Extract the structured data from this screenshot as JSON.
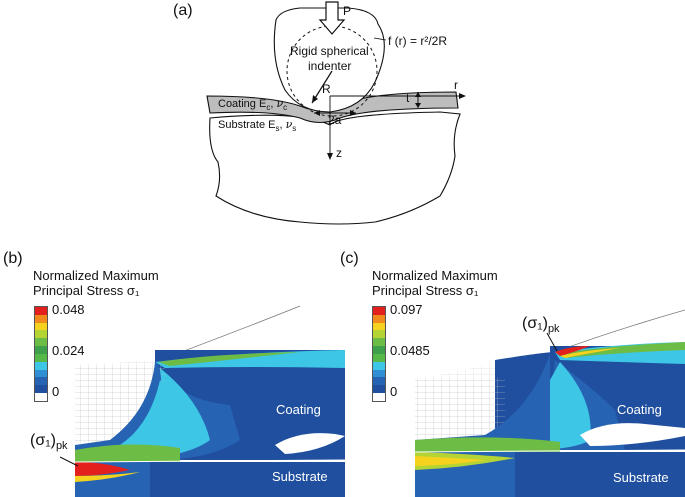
{
  "panel_a": {
    "label": "(a)",
    "load": "P",
    "indenter_line1": "Rigid spherical",
    "indenter_line2": "indenter",
    "profile_eq": "f (r) = r²/2R",
    "radius": "R",
    "coating": "Coating E",
    "coating_sub1": "c",
    "coating_nu": "ν",
    "coating_sub2": "c",
    "substrate": "Substrate E",
    "substrate_sub1": "s",
    "substrate_nu": "ν",
    "substrate_sub2": "s",
    "contact": "2a",
    "thickness": "t",
    "r_axis": "r",
    "z_axis": "z"
  },
  "panel_b": {
    "label": "(b)",
    "title_line1": "Normalized Maximum",
    "title_line2": "Principal Stress σ₁",
    "ticks": [
      "0.048",
      "0.024",
      "0"
    ],
    "peak_label": "(σ₁)",
    "peak_sub": "pk",
    "coating_label": "Coating",
    "substrate_label": "Substrate"
  },
  "panel_c": {
    "label": "(c)",
    "title_line1": "Normalized Maximum",
    "title_line2": "Principal Stress σ₁",
    "ticks": [
      "0.097",
      "0.0485",
      "0"
    ],
    "peak_label": "(σ₁)",
    "peak_sub": "pk",
    "coating_label": "Coating",
    "substrate_label": "Substrate"
  },
  "colorbar_colors": [
    "#e4201c",
    "#f08a1c",
    "#f5d21e",
    "#b4d335",
    "#6cbc45",
    "#3ea04a",
    "#55b848",
    "#3ec6e6",
    "#2f8ed4",
    "#2763b3",
    "#1f4f9e",
    "#ffffff"
  ]
}
